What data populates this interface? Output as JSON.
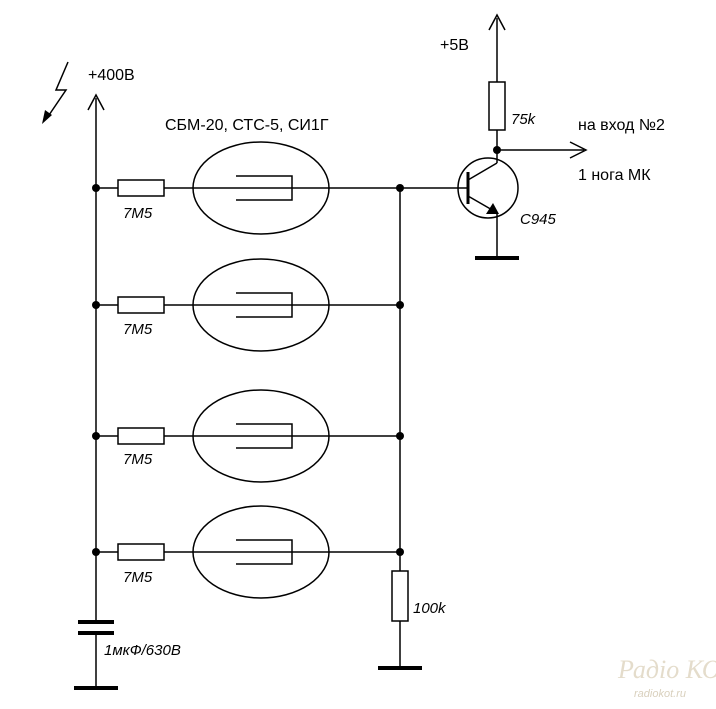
{
  "supply_hv": {
    "label": "+400В"
  },
  "supply_lv": {
    "label": "+5В"
  },
  "tubes_label": "СБМ-20, СТС-5, СИ1Г",
  "anode_resistors": [
    {
      "label": "7М5"
    },
    {
      "label": "7М5"
    },
    {
      "label": "7М5"
    },
    {
      "label": "7М5"
    }
  ],
  "capacitor": {
    "label": "1мкФ/630В"
  },
  "load_resistor": {
    "label": "100k"
  },
  "pullup_resistor": {
    "label": "75k"
  },
  "transistor": {
    "label": "C945"
  },
  "output": {
    "line1": "на вход №2",
    "line2": "1 нога МК"
  },
  "watermark": {
    "logo": "Радіо КОТ",
    "site": "radiokot.ru"
  },
  "colors": {
    "ink": "#000000",
    "background": "#ffffff",
    "watermark": "#e4dccb"
  }
}
